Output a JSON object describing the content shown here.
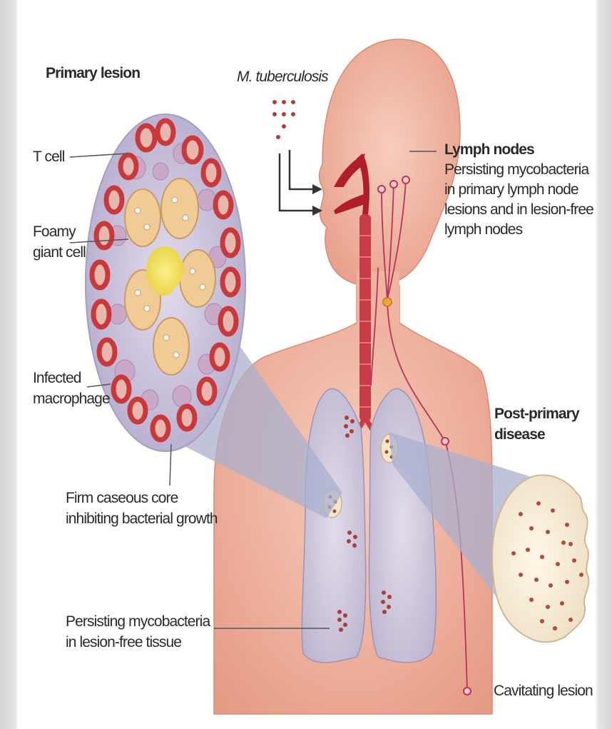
{
  "labels": {
    "primary_lesion": "Primary lesion",
    "m_tuberculosis": "M. tuberculosis",
    "t_cell": "T cell",
    "foamy_giant_cell": [
      "Foamy",
      "giant cell"
    ],
    "infected_macrophage": [
      "Infected",
      "macrophage"
    ],
    "caseous_core": [
      "Firm caseous core",
      "inhibiting bacterial growth"
    ],
    "persisting_lesion_free": [
      "Persisting mycobacteria",
      "in lesion-free tissue"
    ],
    "lymph_nodes_title": "Lymph nodes",
    "lymph_nodes_desc": [
      "Persisting mycobacteria",
      "in primary lymph node",
      "lesions and in lesion-free",
      "lymph nodes"
    ],
    "post_primary": [
      "Post-primary",
      "disease"
    ],
    "cavitating_lesion": "Cavitating lesion"
  },
  "colors": {
    "skin": "#f2b8a6",
    "airway": "#b01e2a",
    "lung": "#cfc7dd",
    "magnifier": "#aab0cf",
    "bacteria": "#a4423a",
    "t_cell": "#c8393b",
    "giant_cell": "#f0cb96",
    "caseous_core": "#f3e35c",
    "lymph_node": "#b8345a"
  }
}
